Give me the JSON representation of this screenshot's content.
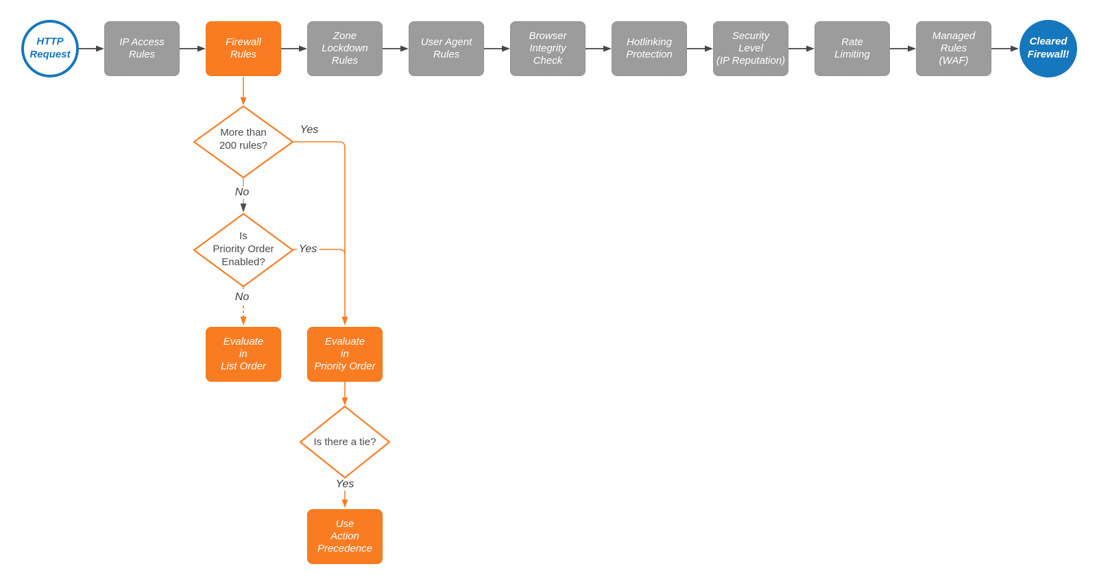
{
  "title": "HTTP request firewall evaluation flowchart",
  "colors": {
    "accent_orange": "#F97C22",
    "brand_blue": "#1577BD",
    "process_gray": "#9C9C9C",
    "connector_dark": "#5A5A5A"
  },
  "nodes": {
    "http_request": {
      "label": "HTTP\nRequest"
    },
    "ip_access_rules": {
      "label": "IP Access\nRules"
    },
    "firewall_rules": {
      "label": "Firewall\nRules"
    },
    "zone_lockdown_rules": {
      "label": "Zone\nLockdown\nRules"
    },
    "user_agent_rules": {
      "label": "User Agent\nRules"
    },
    "browser_integrity_check": {
      "label": "Browser\nIntegrity\nCheck"
    },
    "hotlinking_protection": {
      "label": "Hotlinking\nProtection"
    },
    "security_level": {
      "label": "Security\nLevel\n(IP Reputation)"
    },
    "rate_limiting": {
      "label": "Rate\nLimiting"
    },
    "managed_rules_waf": {
      "label": "Managed\nRules\n(WAF)"
    },
    "cleared_firewall": {
      "label": "Cleared\nFirewall!"
    },
    "more_than_200_rules": {
      "label": "More than\n200 rules?"
    },
    "priority_order_enabled": {
      "label": "Is\nPriority Order\nEnabled?"
    },
    "evaluate_list_order": {
      "label": "Evaluate\nin\nList Order"
    },
    "evaluate_priority_order": {
      "label": "Evaluate\nin\nPriority Order"
    },
    "is_there_a_tie": {
      "label": "Is there a tie?"
    },
    "use_action_precedence": {
      "label": "Use\nAction\nPrecedence"
    }
  },
  "edge_labels": {
    "yes_200_rules": "Yes",
    "no_200_rules": "No",
    "yes_priority": "Yes",
    "no_priority": "No",
    "yes_tie": "Yes"
  }
}
